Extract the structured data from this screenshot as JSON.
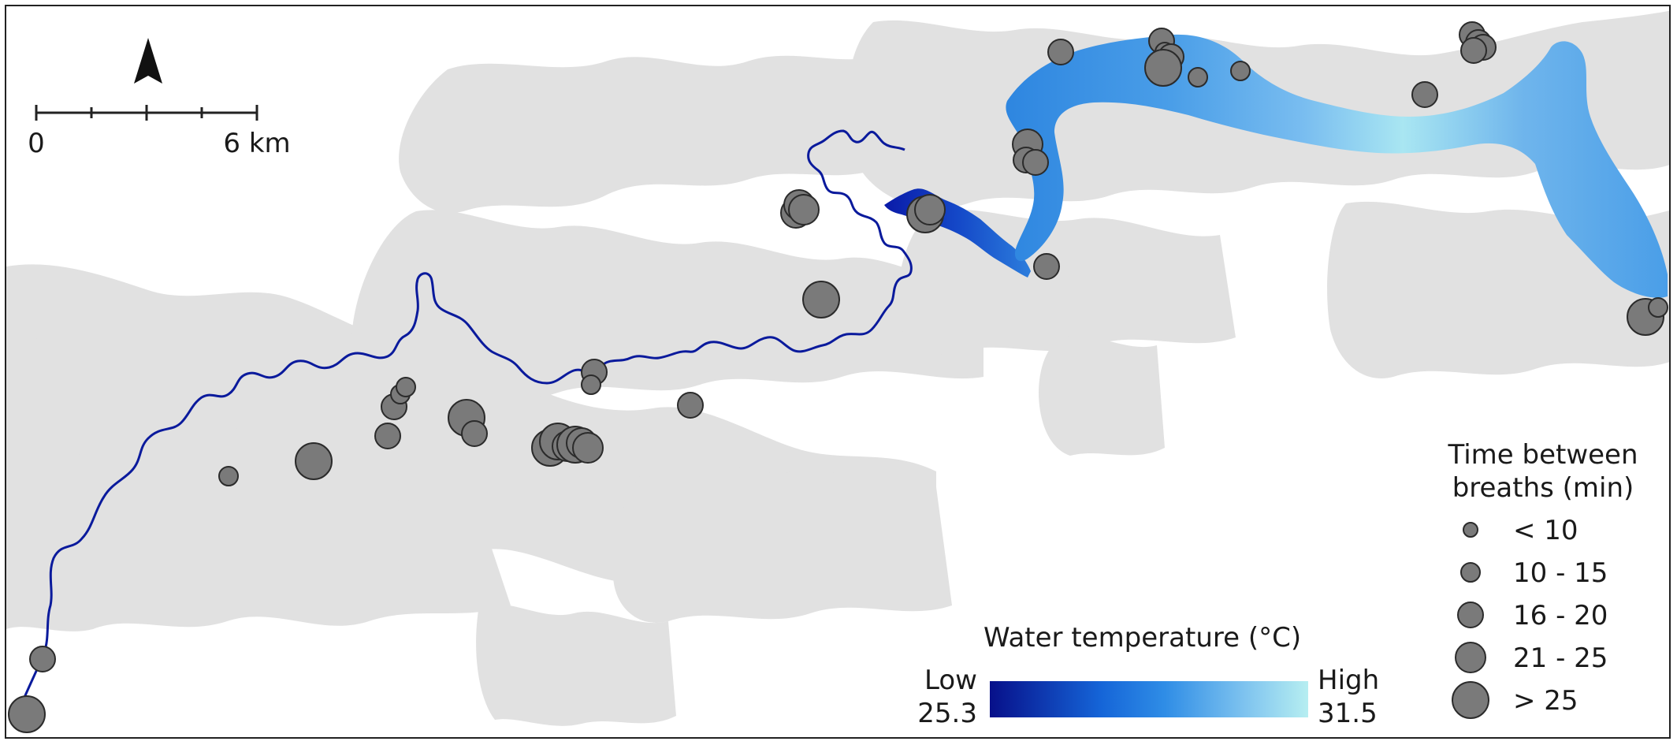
{
  "scale_bar": {
    "start_label": "0",
    "end_label": "6 km"
  },
  "north_arrow": {
    "icon": "north-arrow-icon"
  },
  "legend_temperature": {
    "title": "Water temperature (°C)",
    "low_word": "Low",
    "low_value": "25.3",
    "high_word": "High",
    "high_value": "31.5",
    "colors": [
      "#07108a",
      "#1565d8",
      "#2f8de6",
      "#7ec3ef",
      "#b6eef1"
    ]
  },
  "legend_size": {
    "title_line1": "Time between",
    "title_line2": "breaths (min)",
    "classes": [
      {
        "label": "< 10"
      },
      {
        "label": "10 - 15"
      },
      {
        "label": "16 - 20"
      },
      {
        "label": "21 - 25"
      },
      {
        "label": "> 25"
      }
    ]
  },
  "colors": {
    "land_patch": "#e1e1e1",
    "river_dark": "#0a1a9c",
    "sighting_fill": "#7a7a7a",
    "sighting_stroke": "#2b2b2b"
  }
}
